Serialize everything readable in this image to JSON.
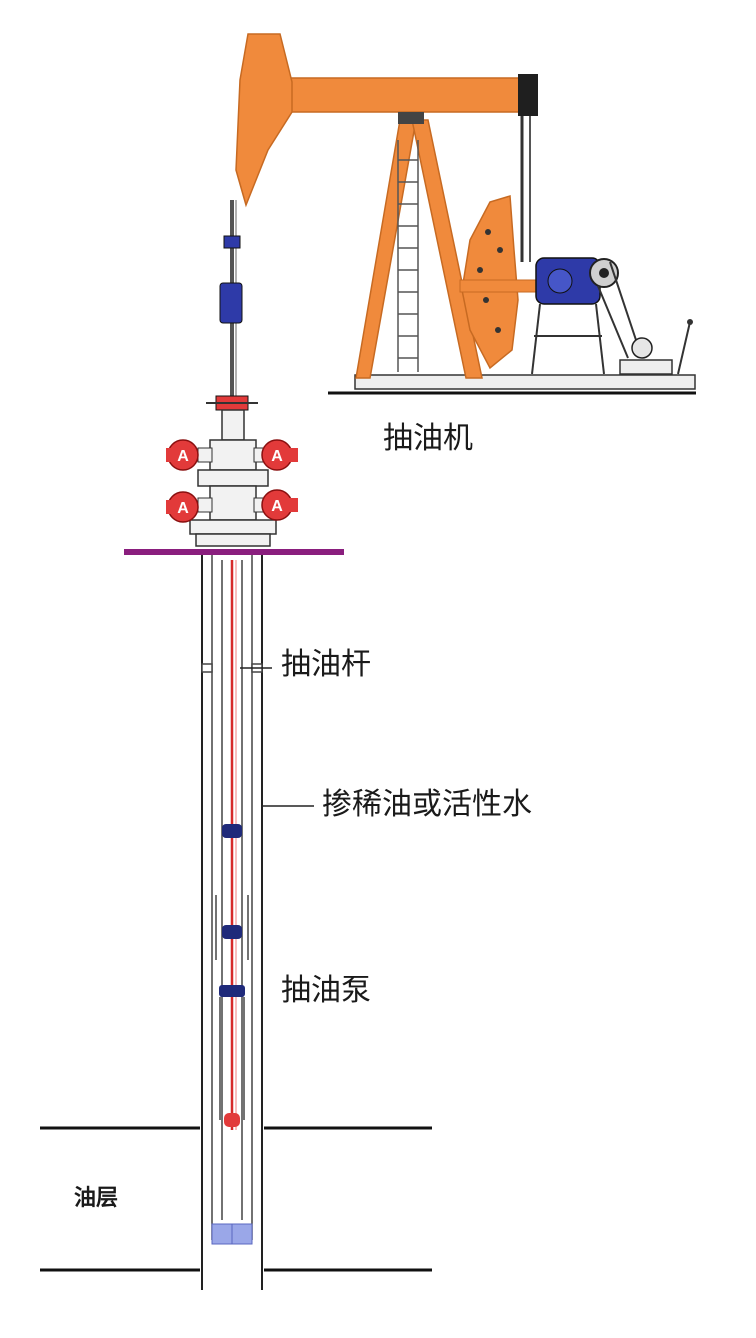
{
  "labels": {
    "pumping_unit": "抽油机",
    "sucker_rod": "抽油杆",
    "diluent": "掺稀油或活性水",
    "oil_pump": "抽油泵",
    "oil_layer": "油层"
  },
  "colors": {
    "beam": "#f08a3c",
    "beam_dark": "#c76a22",
    "frame_dark": "#1f1f1f",
    "motor": "#2e3aa8",
    "valve": "#e23a3a",
    "flange": "#8a1e7e",
    "rod": "#d62828",
    "pump_joint": "#1f2a7a",
    "perforation": "#9aa7e8",
    "line": "#222222"
  },
  "icons": {
    "valve": "valve-wheel-icon"
  }
}
